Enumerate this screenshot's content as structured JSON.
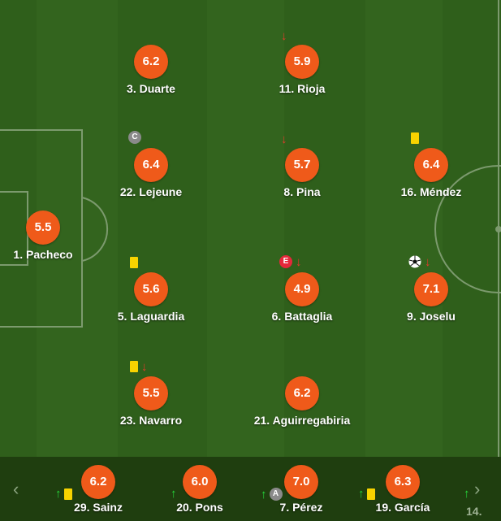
{
  "colors": {
    "rating_bg": "#ef5a1a",
    "pitch_dark": "#2f5f1b",
    "pitch_light": "#3a6b22",
    "bench_bg": "#1f3e0f"
  },
  "lineup": {
    "duarte": {
      "rating": "6.2",
      "name": "3. Duarte"
    },
    "rioja": {
      "rating": "5.9",
      "name": "11. Rioja",
      "event": "subbed-off-arrow"
    },
    "lejeune": {
      "rating": "6.4",
      "name": "22. Lejeune",
      "badge": "C"
    },
    "pina": {
      "rating": "5.7",
      "name": "8. Pina",
      "event": "subbed-off-arrow"
    },
    "mendez": {
      "rating": "6.4",
      "name": "16. Méndez",
      "event": "yellow-card"
    },
    "pacheco": {
      "rating": "5.5",
      "name": "1. Pacheco"
    },
    "laguardia": {
      "rating": "5.6",
      "name": "5. Laguardia",
      "event": "yellow-card"
    },
    "battaglia": {
      "rating": "4.9",
      "name": "6. Battaglia",
      "badge": "E"
    },
    "joselu": {
      "rating": "7.1",
      "name": "9. Joselu",
      "event": "goal"
    },
    "navarro": {
      "rating": "5.5",
      "name": "23. Navarro",
      "event": "yellow-card"
    },
    "aguirregabiria": {
      "rating": "6.2",
      "name": "21. Aguirregabiria"
    }
  },
  "bench": [
    {
      "rating": "6.2",
      "name": "29. Sainz",
      "icons": [
        "arrow-up-icon",
        "yellow-card-icon"
      ]
    },
    {
      "rating": "6.0",
      "name": "20. Pons",
      "icons": [
        "arrow-up-icon"
      ]
    },
    {
      "rating": "7.0",
      "name": "7. Pérez",
      "icons": [
        "arrow-up-icon"
      ],
      "badge": "A"
    },
    {
      "rating": "6.3",
      "name": "19. García",
      "icons": [
        "arrow-up-icon",
        "yellow-card-icon"
      ]
    },
    {
      "name": "14.",
      "icons": [
        "arrow-up-icon"
      ]
    }
  ],
  "nav": {
    "prev": "‹",
    "next": "›"
  }
}
